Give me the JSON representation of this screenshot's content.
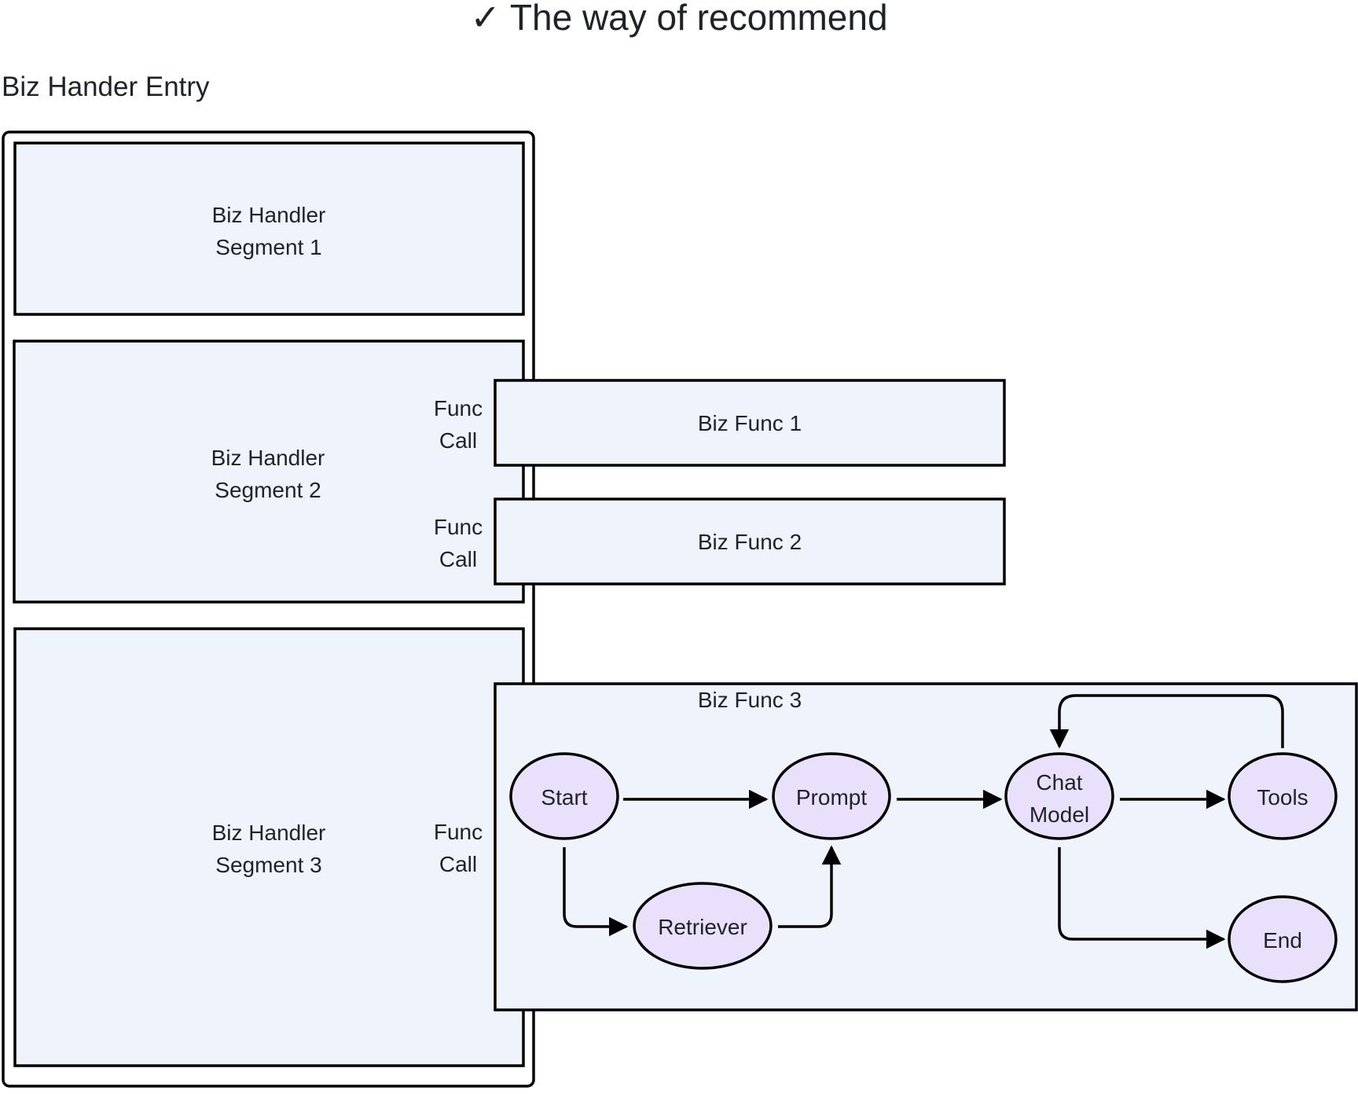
{
  "title": "✓ The way of recommend",
  "entry_label": "Biz Hander Entry",
  "segments": [
    {
      "line1": "Biz  Handler",
      "line2": "Segment 1"
    },
    {
      "line1": "Biz  Handler",
      "line2": "Segment 2"
    },
    {
      "line1": "Biz Handler",
      "line2": "Segment 3"
    }
  ],
  "func_calls": [
    {
      "line1": "Func",
      "line2": "Call"
    },
    {
      "line1": "Func",
      "line2": "Call"
    },
    {
      "line1": "Func",
      "line2": "Call"
    }
  ],
  "funcs": [
    {
      "label": "Biz  Func 1"
    },
    {
      "label": "Biz  Func 2"
    },
    {
      "label": "Biz  Func 3"
    }
  ],
  "graph": {
    "nodes": {
      "start": "Start",
      "prompt": "Prompt",
      "chat_model_line1": "Chat",
      "chat_model_line2": "Model",
      "tools": "Tools",
      "retriever": "Retriever",
      "end": "End"
    }
  },
  "colors": {
    "box_fill": "#eef3fc",
    "node_fill": "#e9e1fb",
    "stroke": "#000000"
  }
}
